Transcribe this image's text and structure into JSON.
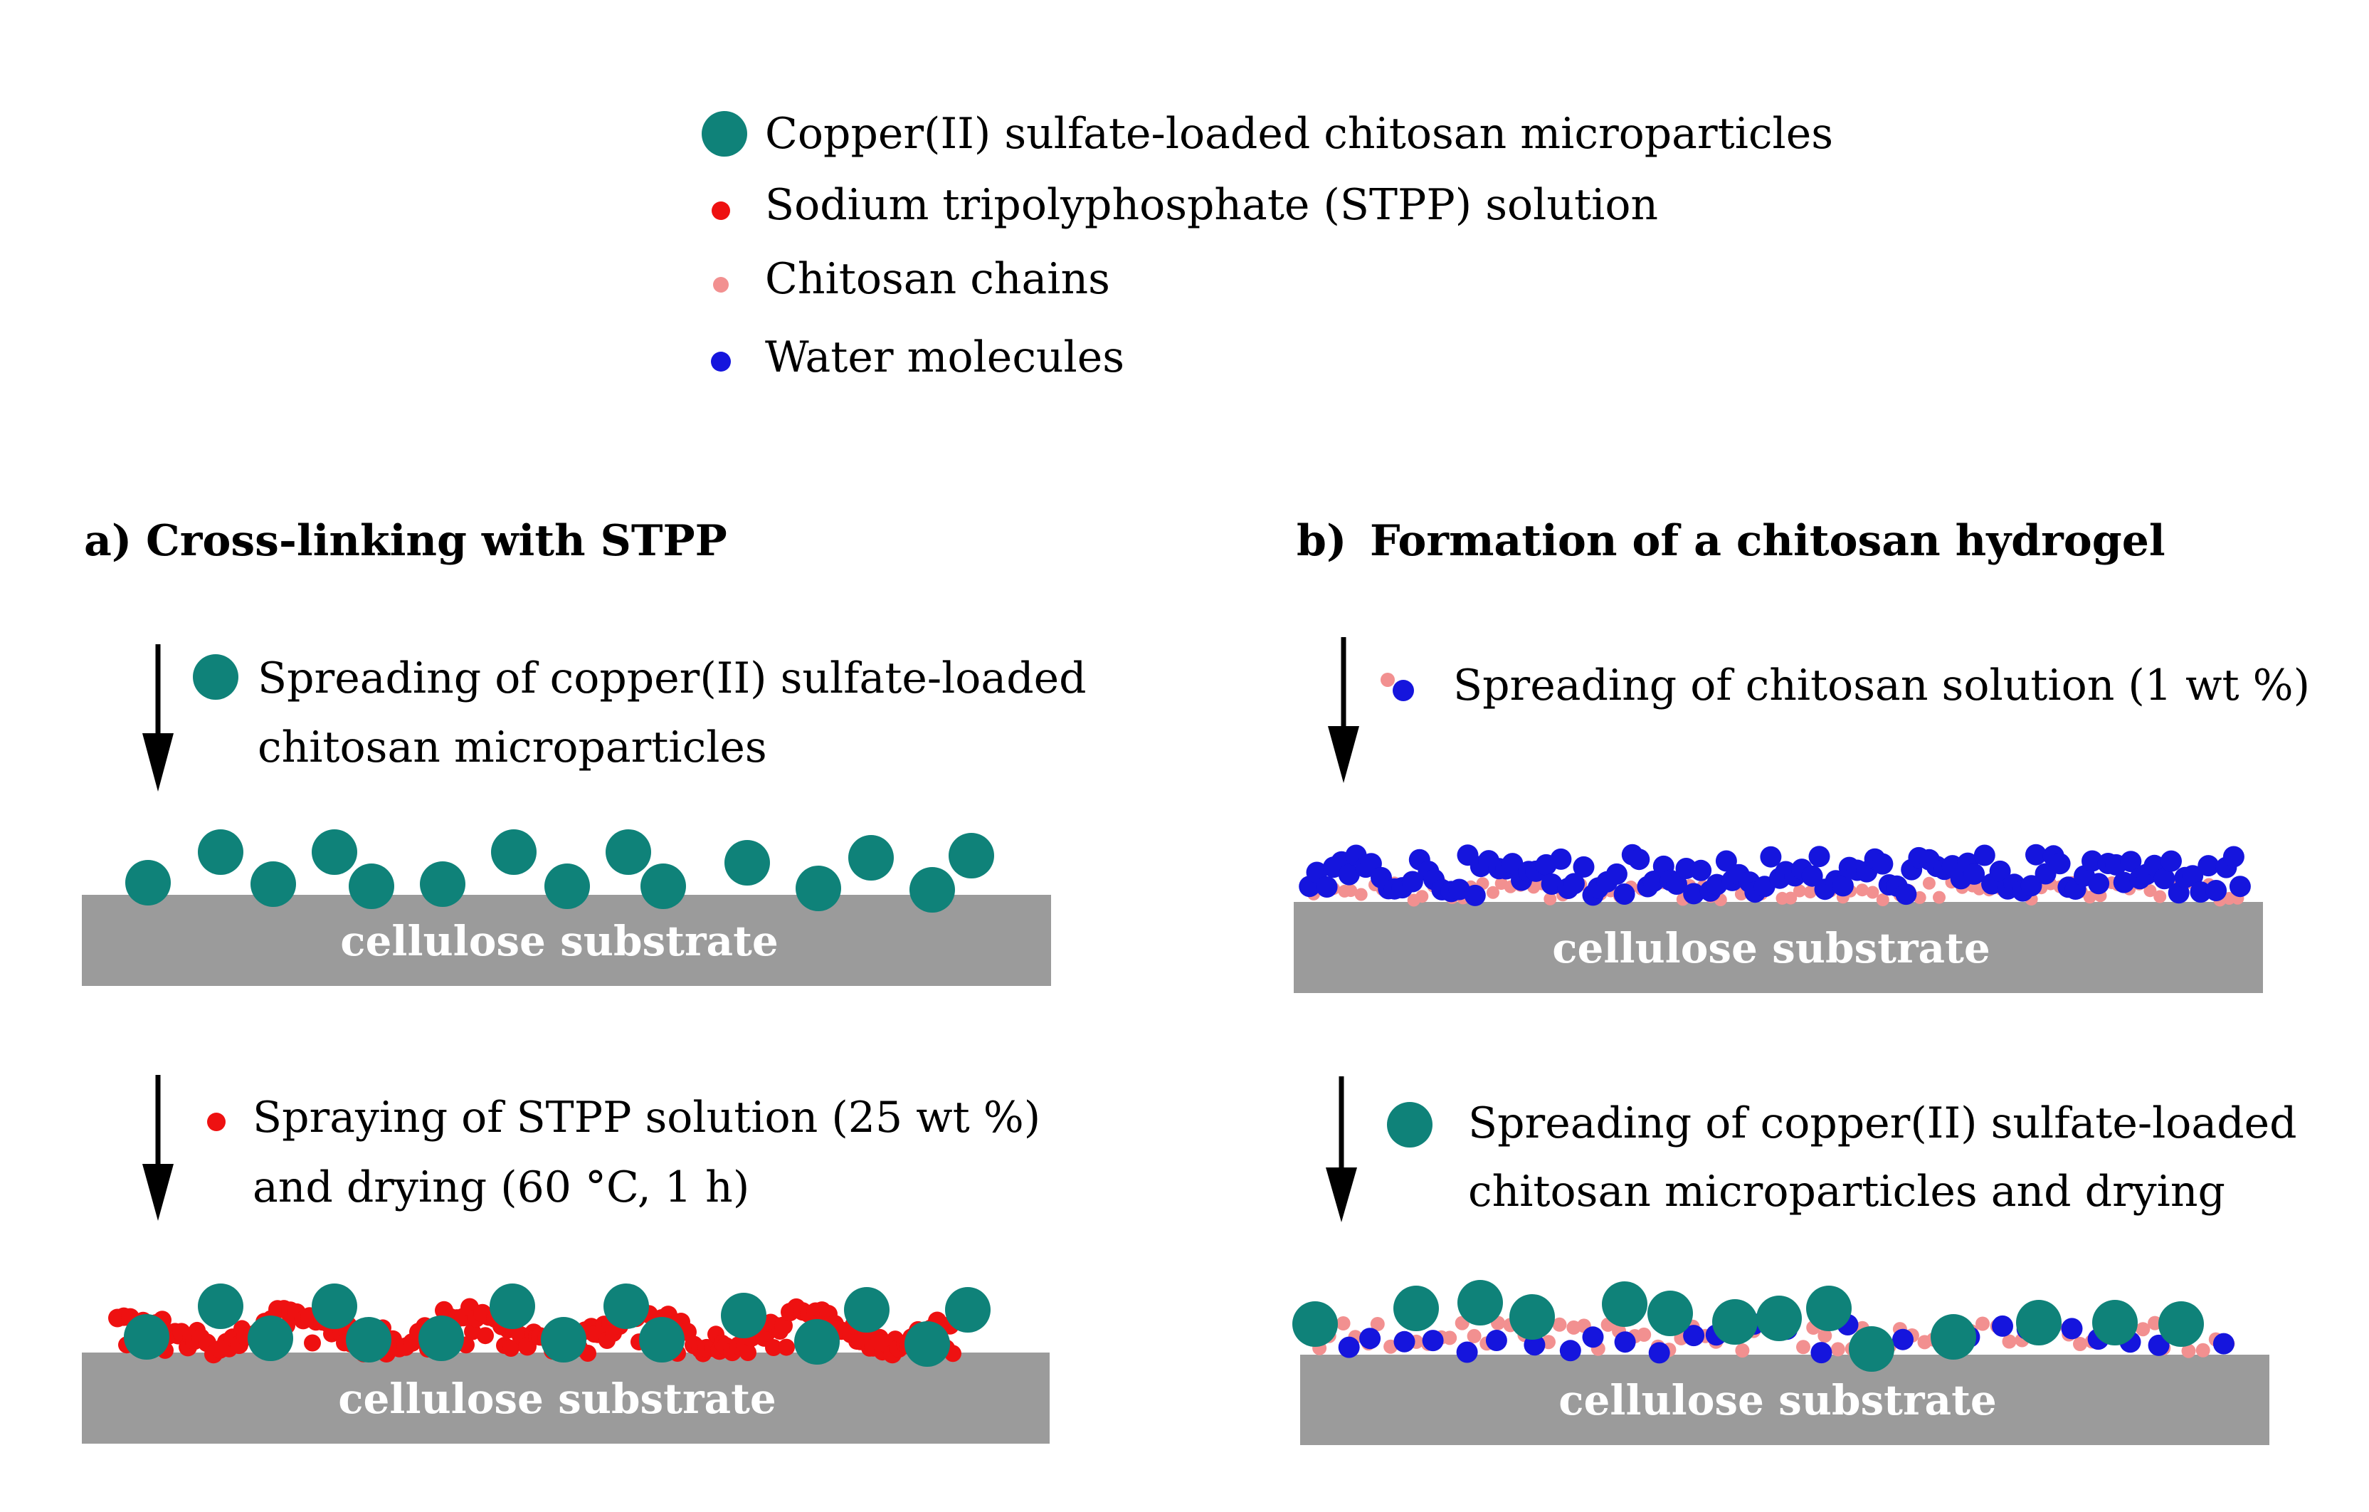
{
  "colors": {
    "microparticle": "#0f8279",
    "stpp": "#ee1111",
    "chitosan_chain": "#f29090",
    "water": "#1515dd",
    "substrate": "#9b9b9b",
    "substrate_text": "#ffffff"
  },
  "legend": {
    "items": [
      {
        "label": "Copper(II) sulfate-loaded chitosan microparticles",
        "symbol": "microparticle"
      },
      {
        "label": "Sodium tripolyphosphate (STPP) solution",
        "symbol": "stpp"
      },
      {
        "label": "Chitosan chains",
        "symbol": "chitosan_chain"
      },
      {
        "label": "Water molecules",
        "symbol": "water"
      }
    ]
  },
  "panel_a": {
    "letter": "a)",
    "title": "Cross-linking with STPP",
    "step1": {
      "line1": "Spreading of copper(II) sulfate-loaded",
      "line2": "chitosan microparticles"
    },
    "step2": {
      "line1": "Spraying of STPP solution (25 wt %)",
      "line2": "and drying (60 °C, 1 h)"
    },
    "substrate_label": "cellulose substrate"
  },
  "panel_b": {
    "letter": "b)",
    "title": "Formation of a chitosan hydrogel",
    "step1": {
      "line1": "Spreading of chitosan solution (1 wt %)"
    },
    "step2": {
      "line1": "Spreading of copper(II) sulfate-loaded",
      "line2": "chitosan microparticles and drying"
    },
    "substrate_label": "cellulose substrate"
  }
}
